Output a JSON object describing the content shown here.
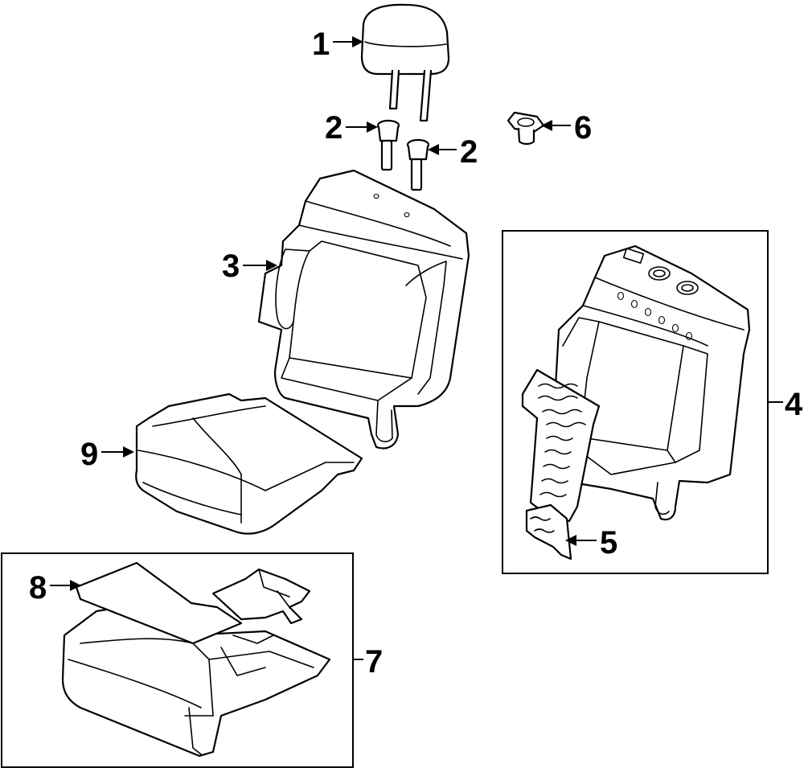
{
  "callouts": {
    "c1": "1",
    "c2a": "2",
    "c2b": "2",
    "c3": "3",
    "c4": "4",
    "c5": "5",
    "c6": "6",
    "c7": "7",
    "c8": "8",
    "c9": "9"
  },
  "colors": {
    "line": "#000000",
    "background": "#ffffff"
  }
}
